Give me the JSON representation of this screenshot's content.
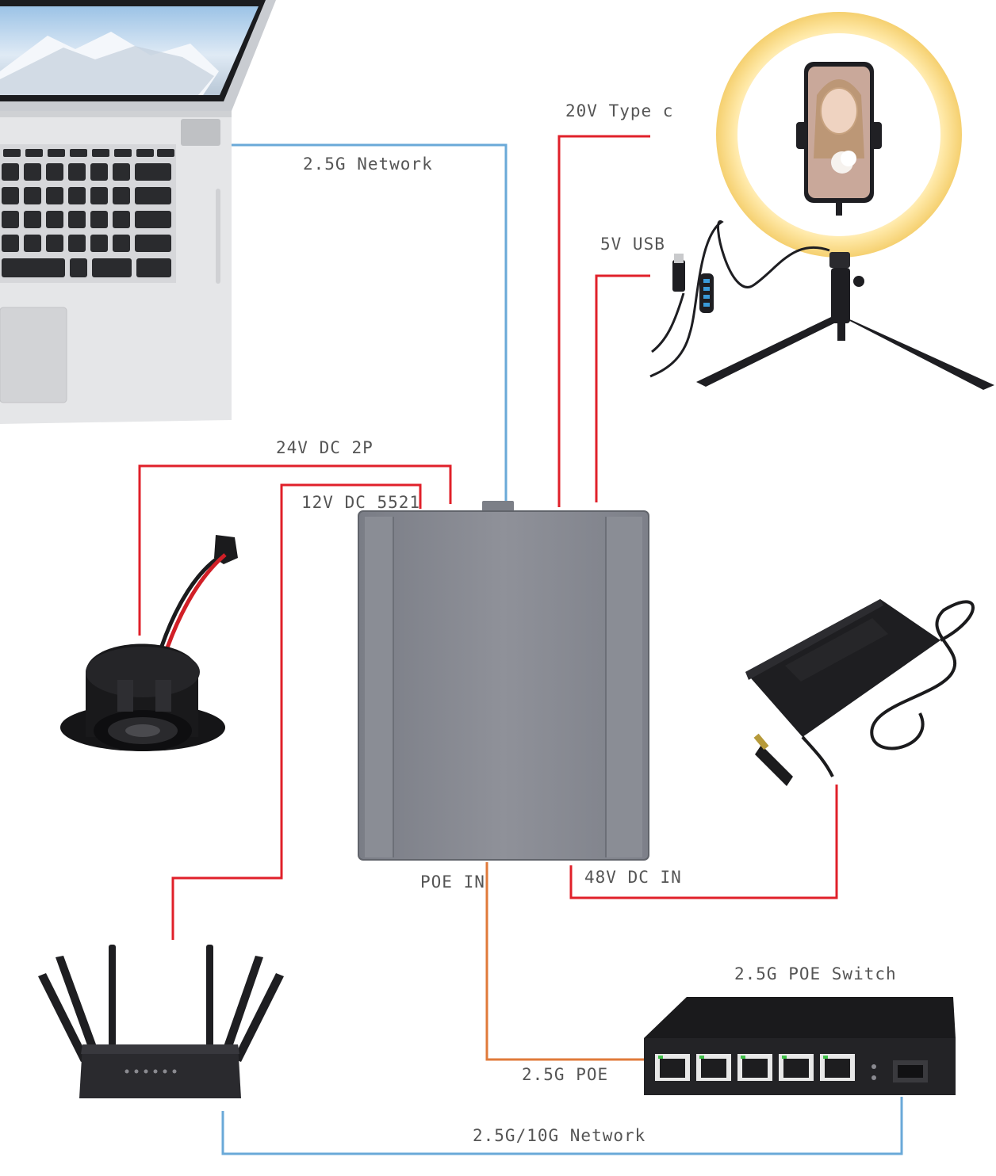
{
  "labels": {
    "network_2_5g": "2.5G Network",
    "type_c_20v": "20V Type c",
    "usb_5v": "5V USB",
    "dc_24v_2p": "24V DC 2P",
    "dc_12v_5521": "12V DC 5521",
    "poe_in": "POE IN",
    "dc_48v_in": "48V DC IN",
    "poe_switch_2_5g": "2.5G POE Switch",
    "poe_2_5g": "2.5G POE",
    "network_2_5g_10g": "2.5G/10G Network"
  },
  "colors": {
    "network_line": "#6aa9d8",
    "power_line": "#e0202a",
    "poe_line": "#e07a3a",
    "label_text": "#555555"
  },
  "icons": [
    "laptop-icon",
    "ring-light-icon",
    "speaker-icon",
    "power-adapter-icon",
    "router-icon",
    "poe-switch-icon",
    "converter-box-icon"
  ]
}
